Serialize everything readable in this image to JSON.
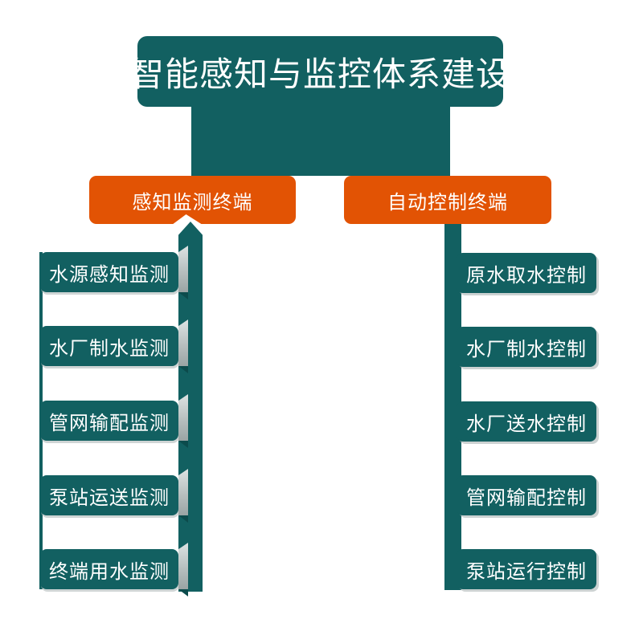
{
  "title": {
    "text": "智能感知与监控体系建设"
  },
  "colors": {
    "teal": "#126061",
    "orange": "#E25304",
    "bevel_gray": "#b7bfbf",
    "background": "#ffffff"
  },
  "branches": {
    "left": {
      "header": "感知监测终端",
      "items": [
        "水源感知监测",
        "水厂制水监测",
        "管网输配监测",
        "泵站运送监测",
        "终端用水监测"
      ]
    },
    "right": {
      "header": "自动控制终端",
      "items": [
        "原水取水控制",
        "水厂制水控制",
        "水厂送水控制",
        "管网输配控制",
        "泵站运行控制"
      ]
    }
  }
}
